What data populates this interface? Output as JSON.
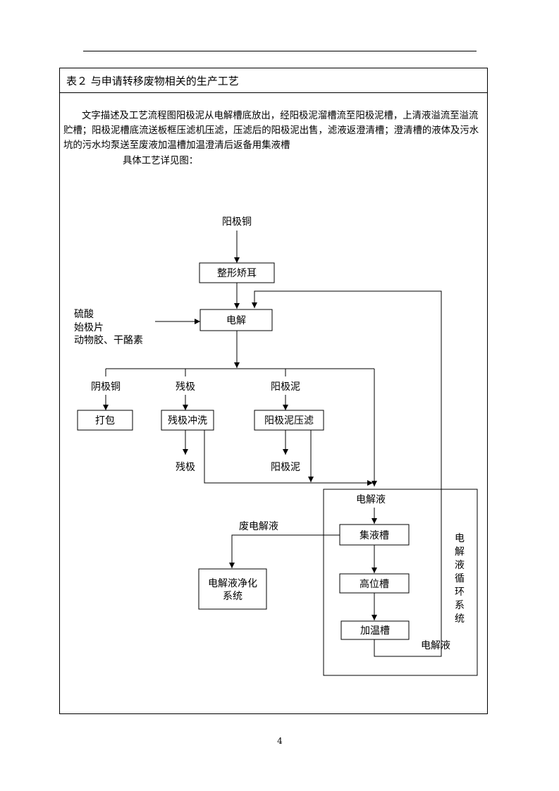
{
  "table_title": "表２ 与申请转移废物相关的生产工艺",
  "description": "文字描述及工艺流程图阳极泥从电解槽底放出，经阳极泥溜槽流至阳极泥槽，上清液溢流至溢流贮槽；阳极泥槽底流送板框压滤机压滤，压滤后的阳极泥出售，滤液返澄清槽；澄清槽的液体及污水坑的污水均泵送至废液加温槽加温澄清后返备用集液槽",
  "detail_label": "具体工艺详见图：",
  "flowchart": {
    "input": "阳极铜",
    "step_trim": "整形矫耳",
    "step_electrolysis": "电解",
    "reagents": [
      "硫酸",
      "始极片",
      "动物胶、干酪素"
    ],
    "branch_cathode": "阴极铜",
    "branch_residue": "残极",
    "branch_slime": "阳极泥",
    "box_pack": "打包",
    "box_wash": "残极冲洗",
    "box_filter": "阳极泥压滤",
    "out_residue": "残极",
    "out_slime": "阳极泥",
    "electrolyte_in": "电解液",
    "waste_electrolyte": "废电解液",
    "box_collect": "集液槽",
    "box_high": "高位槽",
    "box_heat": "加温槽",
    "purify_line1": "电解液净化",
    "purify_line2": "系统",
    "electrolyte_out": "电解液",
    "cycle_system": [
      "电",
      "解",
      "液",
      "循",
      "环",
      "系",
      "统"
    ]
  },
  "page_number": "4"
}
